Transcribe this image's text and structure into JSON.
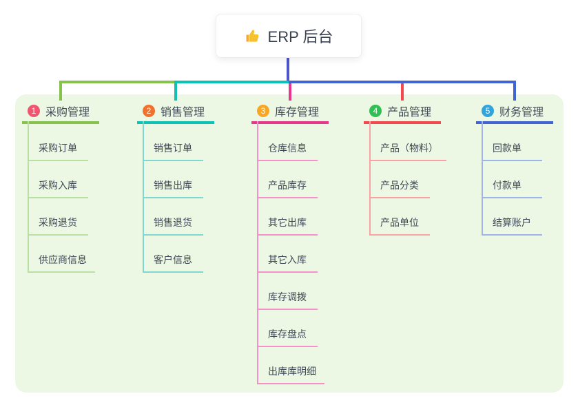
{
  "root": {
    "label": "ERP 后台",
    "icon": "thumbs-up-icon"
  },
  "branches": [
    {
      "num": "1",
      "title": "采购管理",
      "badge_color": "#ef5670",
      "line_color": "#85c24e",
      "light_color": "#b9e0a2",
      "items": [
        "采购订单",
        "采购入库",
        "采购退货",
        "供应商信息"
      ]
    },
    {
      "num": "2",
      "title": "销售管理",
      "badge_color": "#f2712d",
      "line_color": "#0cc2b4",
      "light_color": "#7fd8d0",
      "items": [
        "销售订单",
        "销售出库",
        "销售退货",
        "客户信息"
      ]
    },
    {
      "num": "3",
      "title": "库存管理",
      "badge_color": "#f7a723",
      "line_color": "#e8368f",
      "light_color": "#f391c8",
      "items": [
        "仓库信息",
        "产品库存",
        "其它出库",
        "其它入库",
        "库存调拨",
        "库存盘点",
        "出库库明细"
      ]
    },
    {
      "num": "4",
      "title": "产品管理",
      "badge_color": "#2fbf53",
      "line_color": "#f5484e",
      "light_color": "#f9a2a4",
      "items": [
        "产品（物料）",
        "产品分类",
        "产品单位"
      ]
    },
    {
      "num": "5",
      "title": "财务管理",
      "badge_color": "#30a5dd",
      "line_color": "#4163d4",
      "light_color": "#9fb4e8",
      "items": [
        "回款单",
        "付款单",
        "结算账户"
      ]
    }
  ],
  "colors": {
    "page_bg": "#ffffff",
    "panel_bg": "#ecf7e4",
    "root_edge": "#4c55cb",
    "root_text": "#39424e",
    "node_text": "#3f4a56"
  }
}
